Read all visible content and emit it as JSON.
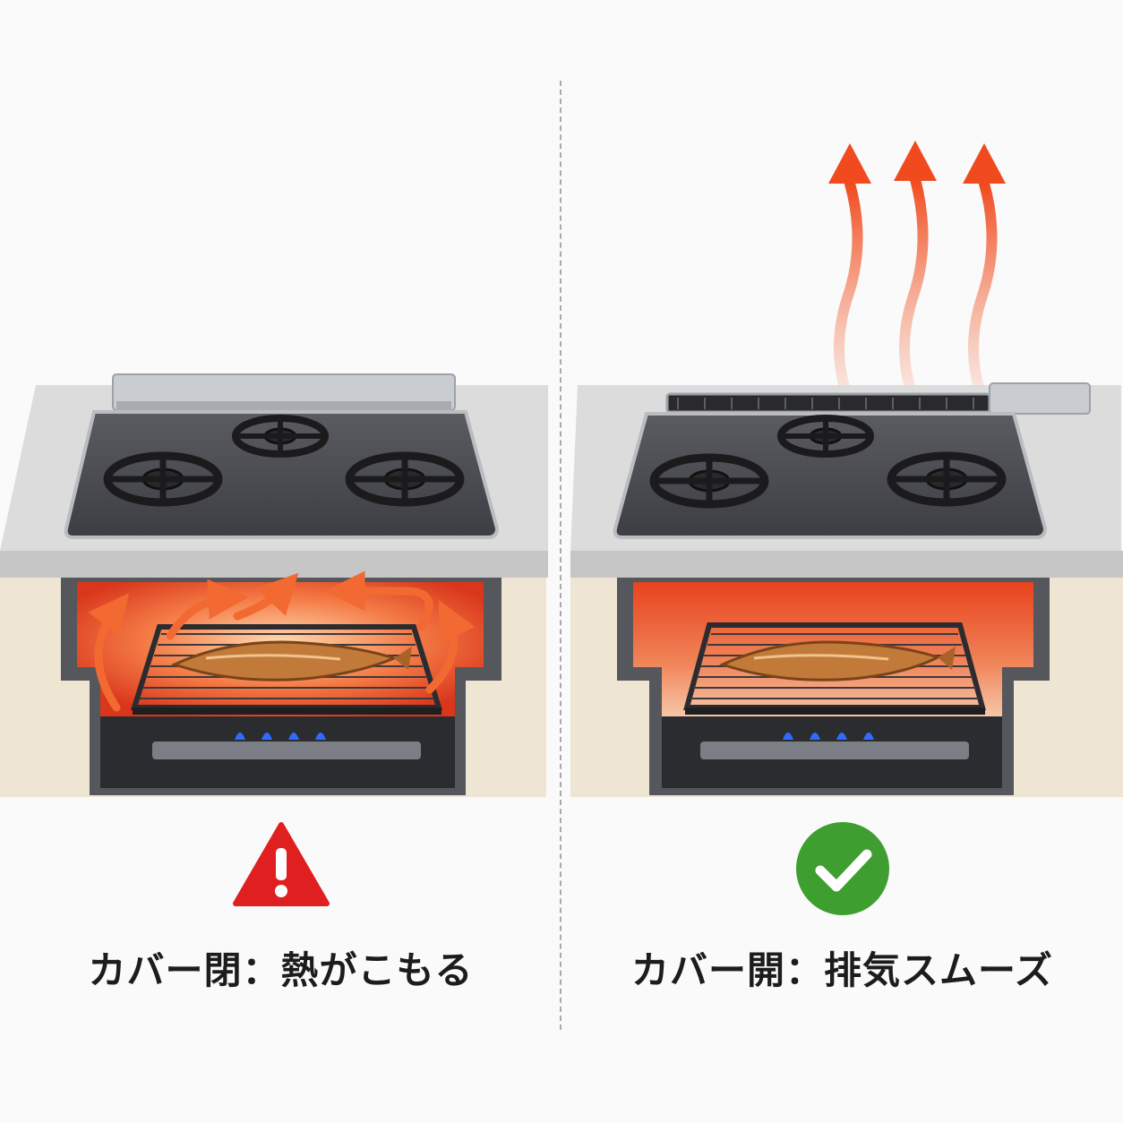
{
  "panels": [
    {
      "id": "closed",
      "caption": "カバー閉：熱がこもる",
      "status_icon": "warning-triangle-icon",
      "status_color": "#e02020",
      "heat_flow": "recirculating"
    },
    {
      "id": "open",
      "caption": "カバー開：排気スムーズ",
      "status_icon": "check-circle-icon",
      "status_color": "#3f9e30",
      "heat_flow": "exhaust-upward"
    }
  ],
  "colors": {
    "heat": "#f05a28",
    "flame": "#2f6bff",
    "cooktop": "#4a4c51",
    "counter": "#d9d9d9",
    "cabinet": "#efe5d3"
  }
}
